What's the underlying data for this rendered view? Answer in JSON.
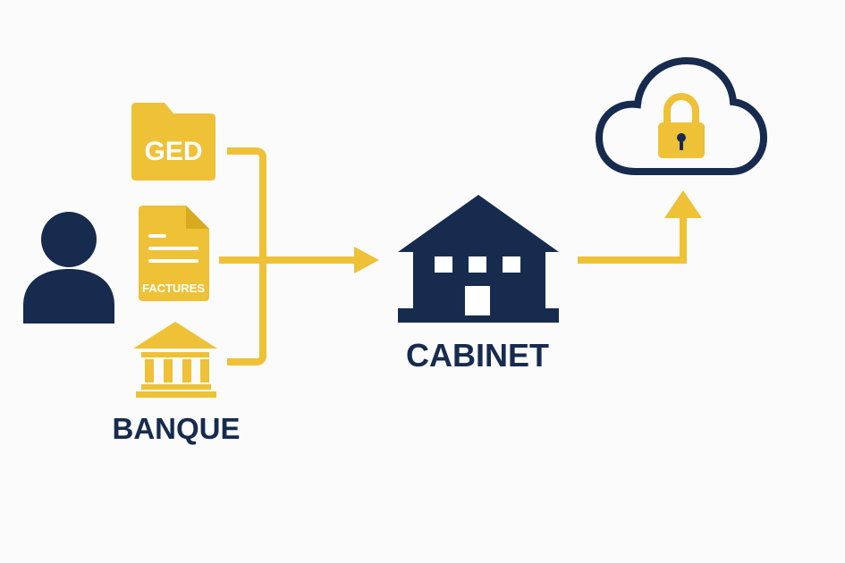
{
  "colors": {
    "navy": "#162b4e",
    "gold": "#eec136",
    "background": "#fbfbfb",
    "icon_detail": "#ffffff"
  },
  "nodes": {
    "ged": {
      "label": "GED",
      "icon": "folder-icon"
    },
    "factures": {
      "label": "FACTURES",
      "icon": "document-icon"
    },
    "banque": {
      "label": "BANQUE",
      "icon": "bank-icon"
    },
    "user": {
      "icon": "user-icon"
    },
    "cabinet": {
      "label": "CABINET",
      "icon": "house-icon"
    },
    "cloud": {
      "icon": "cloud-lock-icon"
    }
  }
}
